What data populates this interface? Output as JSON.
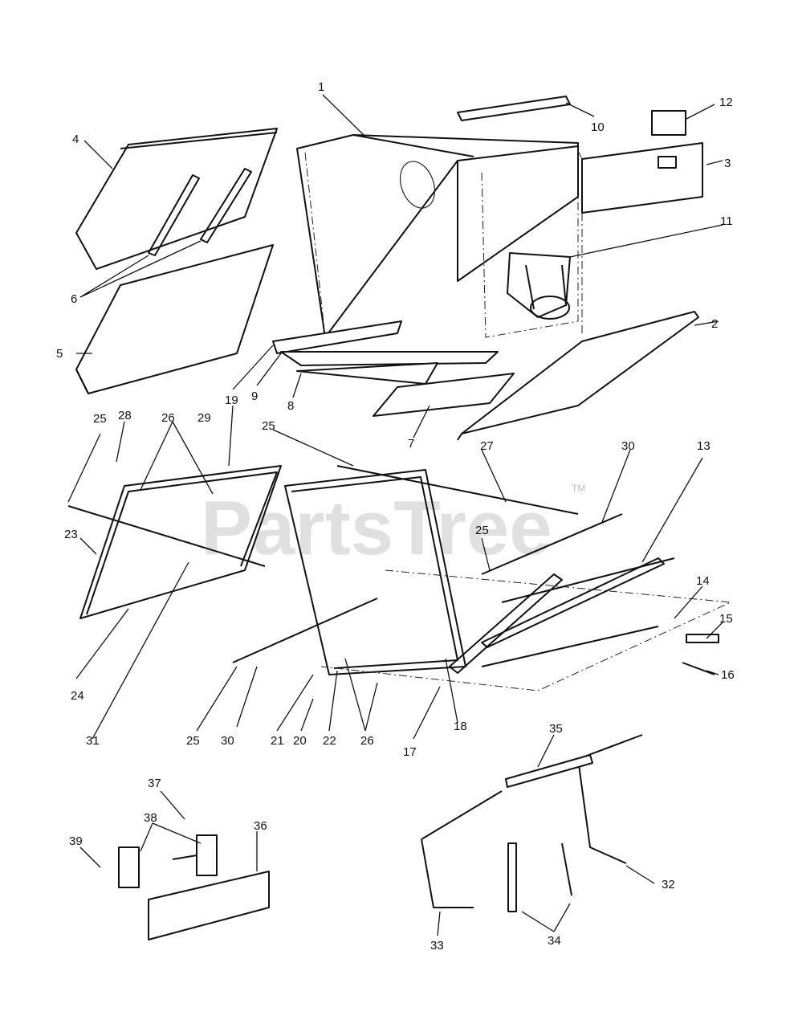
{
  "watermark": {
    "text": "PartsTree",
    "trademark": "TM"
  },
  "callouts": [
    {
      "id": "c1",
      "label": "1"
    },
    {
      "id": "c2",
      "label": "2"
    },
    {
      "id": "c3",
      "label": "3"
    },
    {
      "id": "c4",
      "label": "4"
    },
    {
      "id": "c5",
      "label": "5"
    },
    {
      "id": "c6",
      "label": "6"
    },
    {
      "id": "c7",
      "label": "7"
    },
    {
      "id": "c8",
      "label": "8"
    },
    {
      "id": "c9",
      "label": "9"
    },
    {
      "id": "c10",
      "label": "10"
    },
    {
      "id": "c11",
      "label": "11"
    },
    {
      "id": "c12",
      "label": "12"
    },
    {
      "id": "c13",
      "label": "13"
    },
    {
      "id": "c14",
      "label": "14"
    },
    {
      "id": "c15",
      "label": "15"
    },
    {
      "id": "c16",
      "label": "16"
    },
    {
      "id": "c17",
      "label": "17"
    },
    {
      "id": "c18",
      "label": "18"
    },
    {
      "id": "c19",
      "label": "19"
    },
    {
      "id": "c20",
      "label": "20"
    },
    {
      "id": "c21",
      "label": "21"
    },
    {
      "id": "c22",
      "label": "22"
    },
    {
      "id": "c23",
      "label": "23"
    },
    {
      "id": "c24",
      "label": "24"
    },
    {
      "id": "c25a",
      "label": "25"
    },
    {
      "id": "c25b",
      "label": "25"
    },
    {
      "id": "c25c",
      "label": "25"
    },
    {
      "id": "c25d",
      "label": "25"
    },
    {
      "id": "c26a",
      "label": "26"
    },
    {
      "id": "c26b",
      "label": "26"
    },
    {
      "id": "c27",
      "label": "27"
    },
    {
      "id": "c28",
      "label": "28"
    },
    {
      "id": "c29",
      "label": "29"
    },
    {
      "id": "c30a",
      "label": "30"
    },
    {
      "id": "c30b",
      "label": "30"
    },
    {
      "id": "c31",
      "label": "31"
    },
    {
      "id": "c32",
      "label": "32"
    },
    {
      "id": "c33",
      "label": "33"
    },
    {
      "id": "c34",
      "label": "34"
    },
    {
      "id": "c35",
      "label": "35"
    },
    {
      "id": "c36",
      "label": "36"
    },
    {
      "id": "c37",
      "label": "37"
    },
    {
      "id": "c38",
      "label": "38"
    },
    {
      "id": "c39",
      "label": "39"
    }
  ]
}
